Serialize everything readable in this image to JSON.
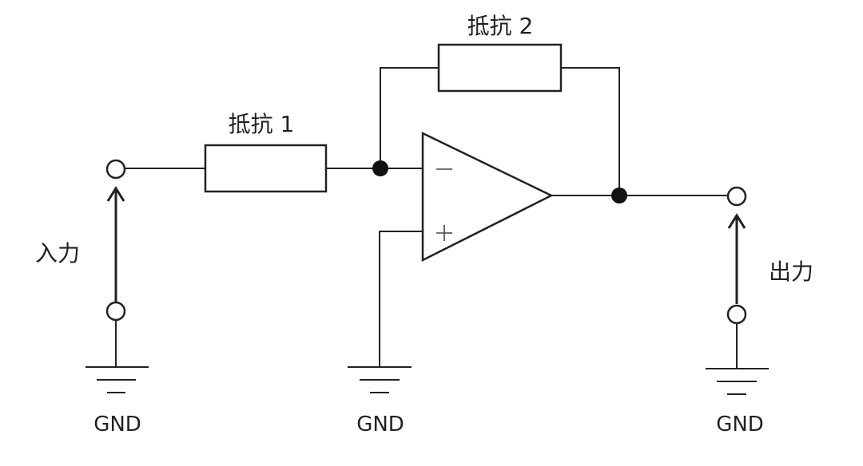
{
  "labels": {
    "resistor1": "抵抗 1",
    "resistor2": "抵抗 2",
    "input": "入力",
    "output": "出力",
    "gnd_left": "GND",
    "gnd_middle": "GND",
    "gnd_right": "GND"
  },
  "colors": {
    "line": "#222222",
    "junction": "#111111",
    "background": "#ffffff"
  }
}
